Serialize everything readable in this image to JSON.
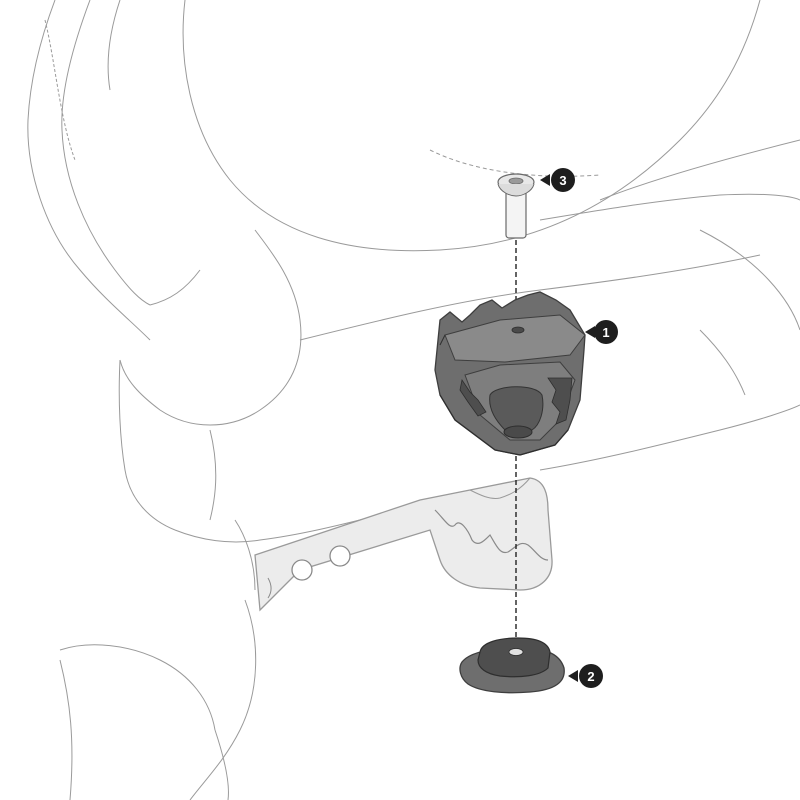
{
  "callouts": [
    {
      "number": "1",
      "part": "brake-pedal-step-plate"
    },
    {
      "number": "2",
      "part": "nut-plate"
    },
    {
      "number": "3",
      "part": "countersunk-screw"
    }
  ],
  "colors": {
    "background": "#ffffff",
    "outline": "#9a9a9a",
    "part_fill": "#6e6e6e",
    "part_dark": "#4a4a4a",
    "pedal_fill": "#ececec",
    "badge": "#1e1e1e"
  }
}
